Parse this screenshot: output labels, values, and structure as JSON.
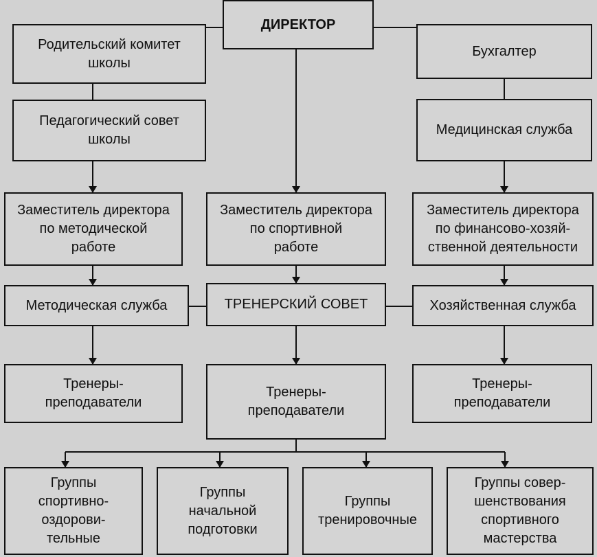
{
  "diagram": {
    "nodes": [
      {
        "id": "parent-committee",
        "label": "Родительский комитет\nшколы"
      },
      {
        "id": "director",
        "label": "ДИРЕКТОР"
      },
      {
        "id": "accountant",
        "label": "Бухгалтер"
      },
      {
        "id": "ped-council",
        "label": "Педагогический совет\nшколы"
      },
      {
        "id": "medical",
        "label": "Медицинская служба"
      },
      {
        "id": "dep-methodical",
        "label": "Заместитель директора\nпо методической\nработе"
      },
      {
        "id": "dep-sport",
        "label": "Заместитель директора\nпо спортивной\nработе"
      },
      {
        "id": "dep-finance",
        "label": "Заместитель директора\nпо финансово-хозяй-\nственной деятельности"
      },
      {
        "id": "methodical-service",
        "label": "Методическая служба"
      },
      {
        "id": "coach-council",
        "label": "ТРЕНЕРСКИЙ СОВЕТ"
      },
      {
        "id": "household-service",
        "label": "Хозяйственная служба"
      },
      {
        "id": "coaches-left",
        "label": "Тренеры-\nпреподаватели"
      },
      {
        "id": "coaches-center",
        "label": "Тренеры-\nпреподаватели"
      },
      {
        "id": "coaches-right",
        "label": "Тренеры-\nпреподаватели"
      },
      {
        "id": "groups-health",
        "label": "Группы\nспортивно-\nоздорови-\nтельные"
      },
      {
        "id": "groups-initial",
        "label": "Группы\nначальной\nподготовки"
      },
      {
        "id": "groups-training",
        "label": "Группы\nтренировочные"
      },
      {
        "id": "groups-mastery",
        "label": "Группы совер-\nшенствования\nспортивного\nмастерства"
      }
    ]
  }
}
